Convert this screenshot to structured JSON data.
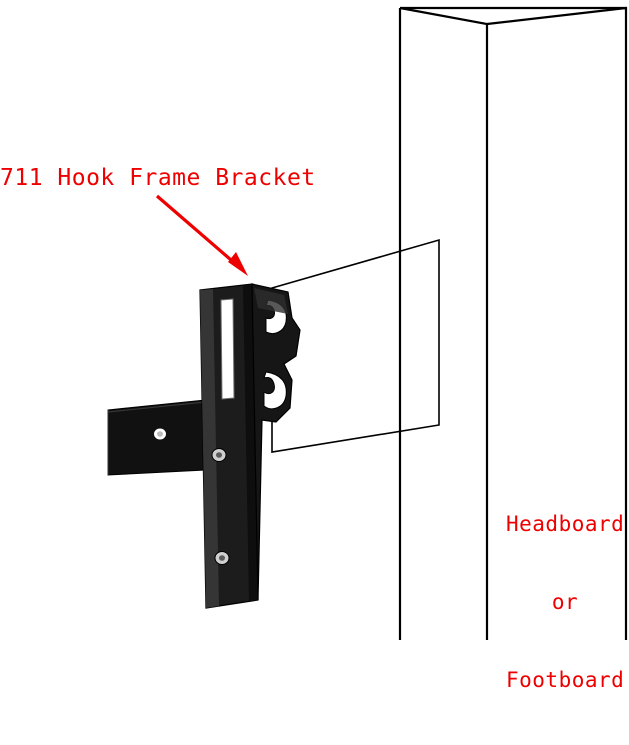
{
  "figure": {
    "type": "product-assembly-diagram",
    "background_color": "#ffffff",
    "annotation_color": "#ee0000",
    "line_color": "#000000",
    "bracket_color": "#1a1a1a"
  },
  "annotations": {
    "title": "711 Hook Frame Bracket",
    "headboard_line1": "Headboard",
    "headboard_line2": "or",
    "headboard_line3": "Footboard"
  },
  "parts": {
    "bracket_name": "hook-frame-bracket",
    "rail_name": "bed-frame-side-rail",
    "post_name": "headboard-post",
    "plate_name": "mounting-plate-outline",
    "arrow_name": "callout-arrow"
  }
}
